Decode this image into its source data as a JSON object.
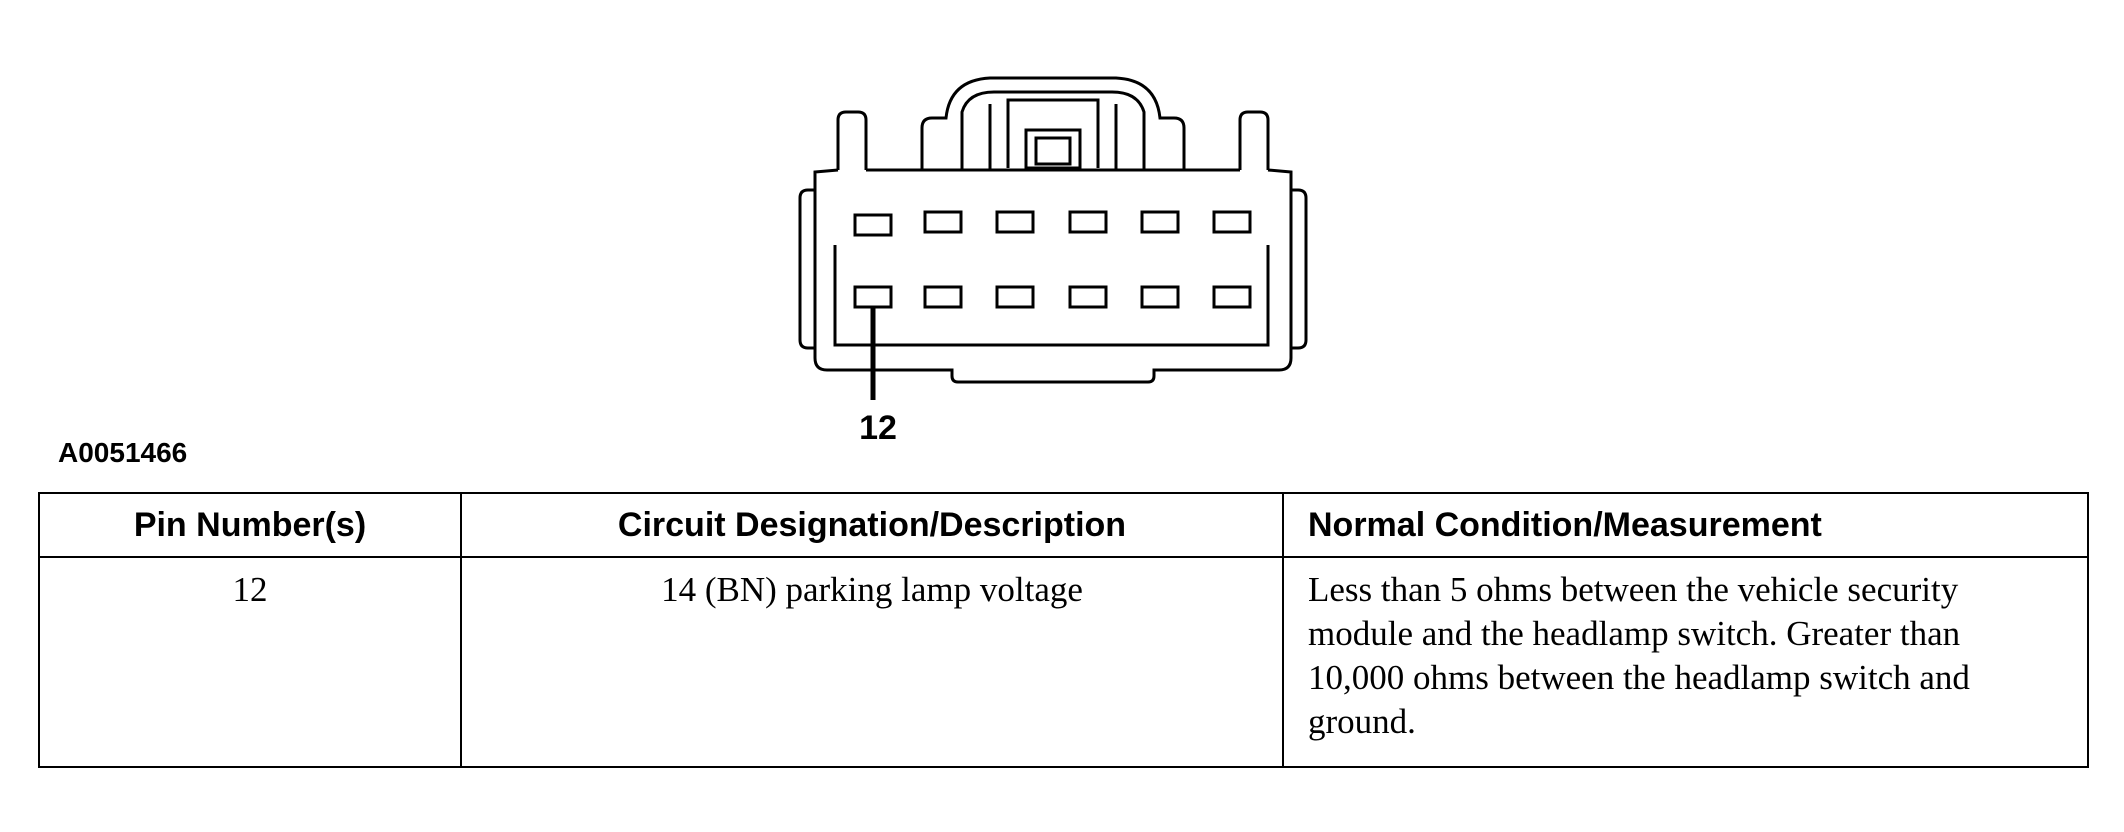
{
  "figure": {
    "id": "A0051466",
    "pin_callout": "12"
  },
  "table": {
    "headers": [
      "Pin Number(s)",
      "Circuit Designation/Description",
      "Normal Condition/Measurement"
    ],
    "rows": [
      [
        "12",
        "14 (BN) parking lamp voltage",
        "Less than 5 ohms between the vehicle security module and the headlamp switch. Greater than 10,000 ohms between the headlamp switch and ground."
      ]
    ]
  }
}
